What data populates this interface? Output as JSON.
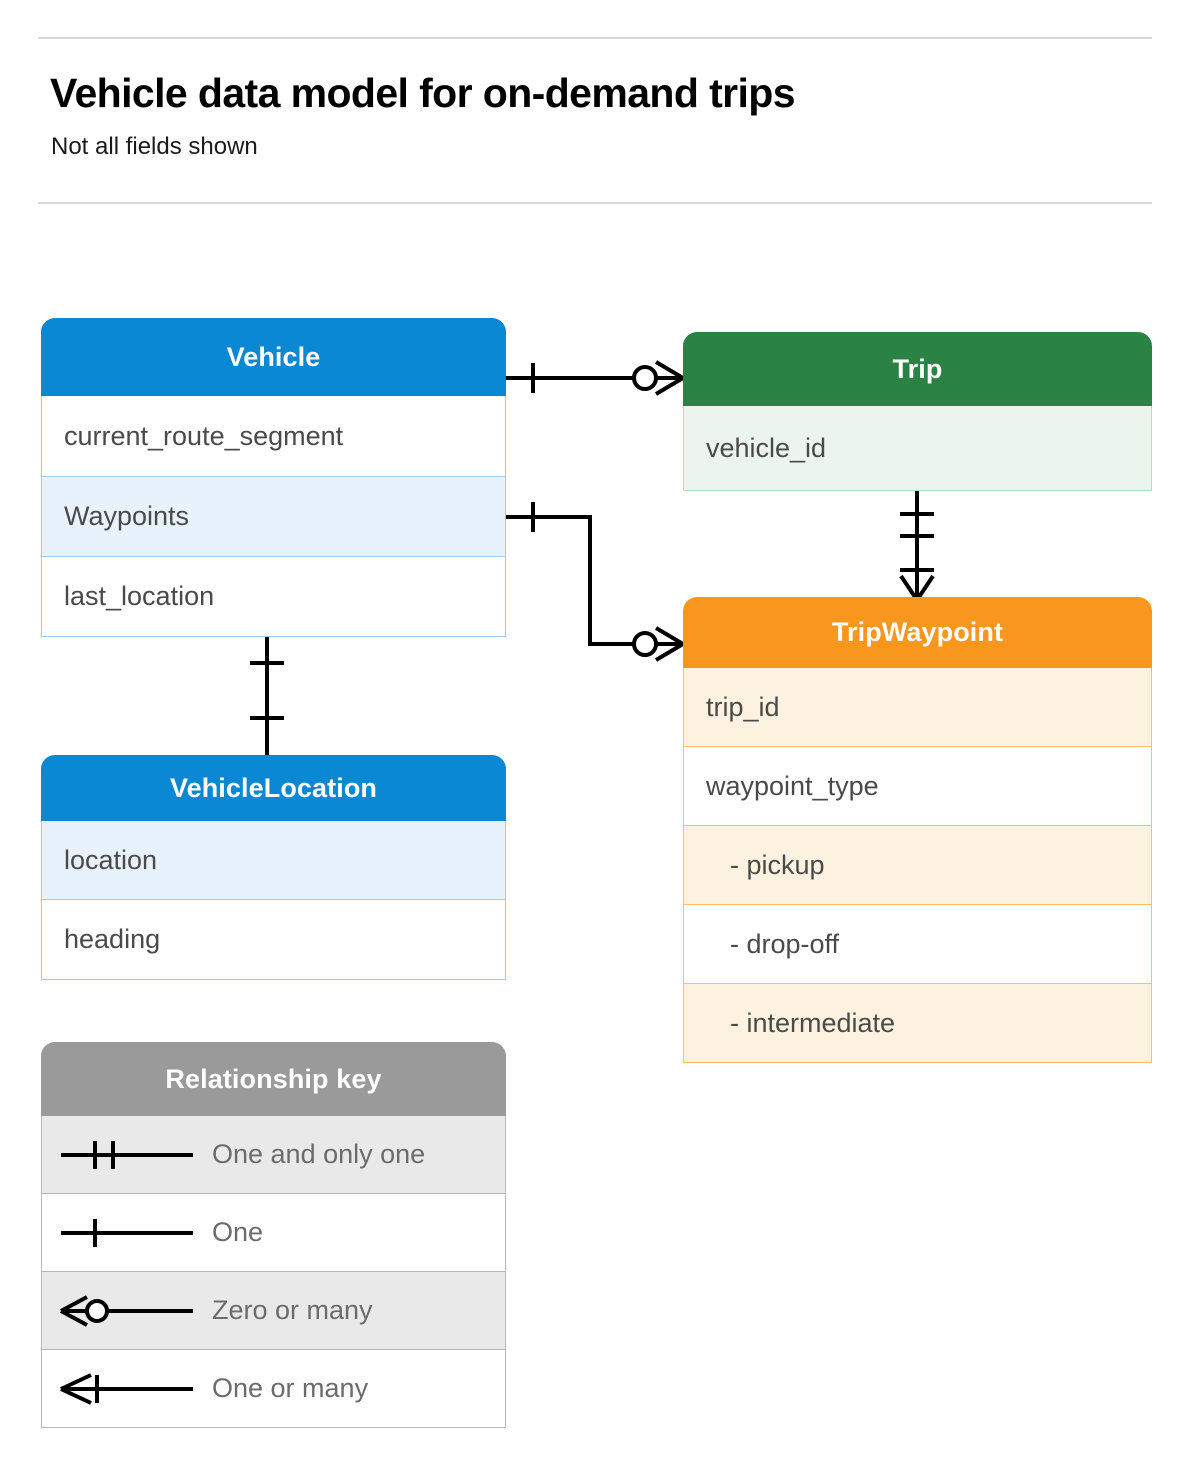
{
  "header": {
    "title": "Vehicle data model for on-demand trips",
    "subtitle": "Not all fields shown"
  },
  "colors": {
    "vehicle_header": "#0b88d4",
    "vehicle_row_alt": "#e8f2fc",
    "vehicle_border": "#9ecdf2",
    "trip_header": "#2b8245",
    "trip_row_alt": "#ebf5ee",
    "trip_border": "#b6ddc1",
    "waypoint_header": "#f8961d",
    "waypoint_row_alt": "#fdf2e0",
    "waypoint_border": "#f7c164",
    "legend_header": "#9a9a9a",
    "legend_row_alt": "#e9e9e9",
    "connector": "#000000",
    "text": "#4a4a4a",
    "rule": "#d9d9d9"
  },
  "entities": {
    "vehicle": {
      "name": "Vehicle",
      "fields": [
        {
          "label": "current_route_segment",
          "highlighted": false
        },
        {
          "label": "Waypoints",
          "highlighted": true
        },
        {
          "label": "last_location",
          "highlighted": false
        }
      ]
    },
    "vehicle_location": {
      "name": "VehicleLocation",
      "fields": [
        {
          "label": "location",
          "highlighted": true
        },
        {
          "label": "heading",
          "highlighted": false
        }
      ]
    },
    "trip": {
      "name": "Trip",
      "fields": [
        {
          "label": "vehicle_id",
          "highlighted": true
        }
      ]
    },
    "trip_waypoint": {
      "name": "TripWaypoint",
      "fields": [
        {
          "label": "trip_id",
          "highlighted": true,
          "indent": false
        },
        {
          "label": "waypoint_type",
          "highlighted": false,
          "indent": false
        },
        {
          "label": "-  pickup",
          "highlighted": true,
          "indent": true
        },
        {
          "label": "-  drop-off",
          "highlighted": false,
          "indent": true
        },
        {
          "label": "-  intermediate",
          "highlighted": true,
          "indent": true
        }
      ]
    }
  },
  "legend": {
    "title": "Relationship key",
    "items": [
      {
        "label": "One and only one",
        "symbol": "one-and-only-one"
      },
      {
        "label": "One",
        "symbol": "one"
      },
      {
        "label": "Zero or many",
        "symbol": "zero-or-many"
      },
      {
        "label": "One or many",
        "symbol": "one-or-many"
      }
    ]
  },
  "relationships": [
    {
      "from": "Vehicle",
      "to": "Trip",
      "from_cardinality": "one",
      "to_cardinality": "zero-or-many"
    },
    {
      "from": "Vehicle.Waypoints",
      "to": "TripWaypoint",
      "from_cardinality": "one",
      "to_cardinality": "zero-or-many"
    },
    {
      "from": "Vehicle",
      "to": "VehicleLocation",
      "from_cardinality": "one",
      "to_cardinality": "one"
    },
    {
      "from": "Trip",
      "to": "TripWaypoint",
      "from_cardinality": "one-and-only-one",
      "to_cardinality": "one-or-many"
    }
  ]
}
